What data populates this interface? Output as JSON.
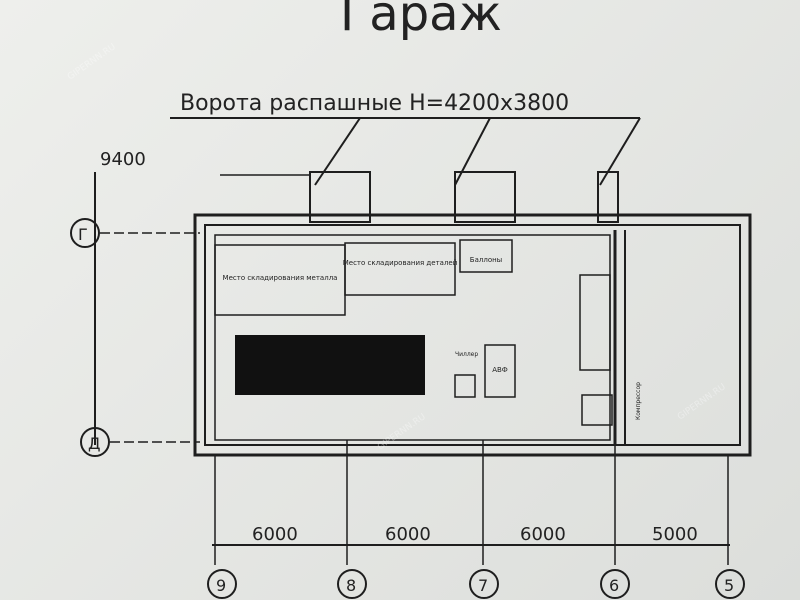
{
  "title": "Гараж",
  "gate_label": "Ворота распашные H=4200х3800",
  "dimensions": {
    "left": "9400",
    "bottom": [
      "6000",
      "6000",
      "6000",
      "5000"
    ]
  },
  "axes": {
    "columns": [
      "9",
      "8",
      "7",
      "6",
      "5"
    ],
    "rows": [
      "Г",
      "Д"
    ]
  },
  "rooms": {
    "metal_storage": "Место складирования металла",
    "parts_storage": "Место складирования деталей",
    "cylinders": "Баллоны",
    "chiller": "Чиллер",
    "avf": "АВФ",
    "compressor": "Компрессор"
  },
  "watermark": "GIPERNN.RU"
}
